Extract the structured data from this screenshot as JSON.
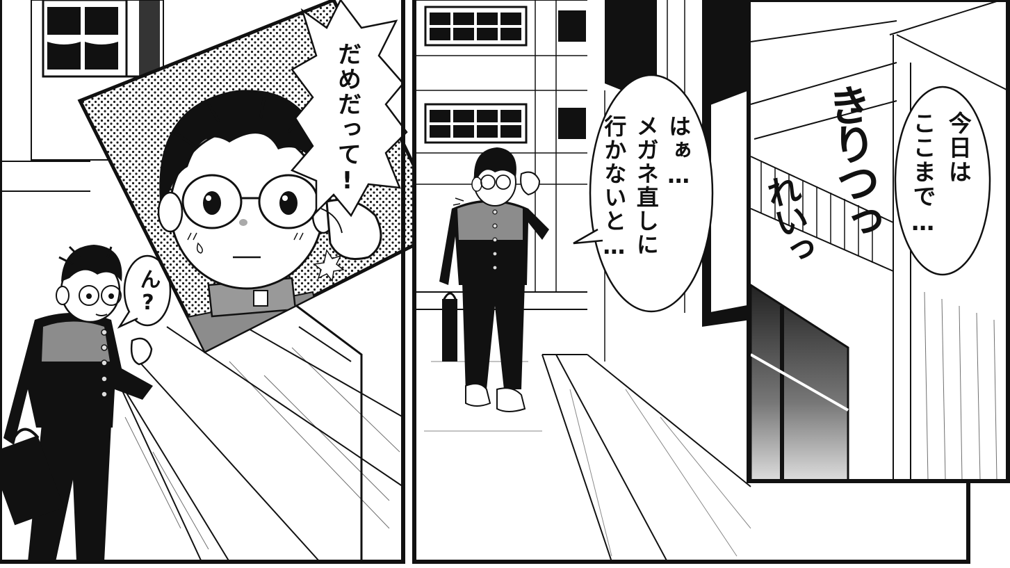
{
  "panels": [
    {
      "id": "left-panel"
    },
    {
      "id": "middle-panel"
    },
    {
      "id": "right-panel"
    },
    {
      "id": "closeup-inset"
    }
  ],
  "dialogue": {
    "closeup_bubble": "だめだって!",
    "question_bubble": "ん?",
    "sigh_bubble": "はぁ…\nメガネ直しに\n行かないと…",
    "today_bubble": "今日は\nここまで…"
  },
  "sound_effects": {
    "kiritsu": "きりつっ",
    "rei": "れいっ"
  },
  "colors": {
    "ink": "#111111",
    "paper": "#ffffff",
    "uniform_gray": "#8c8c8c",
    "screentone": "#1a1a1a"
  }
}
